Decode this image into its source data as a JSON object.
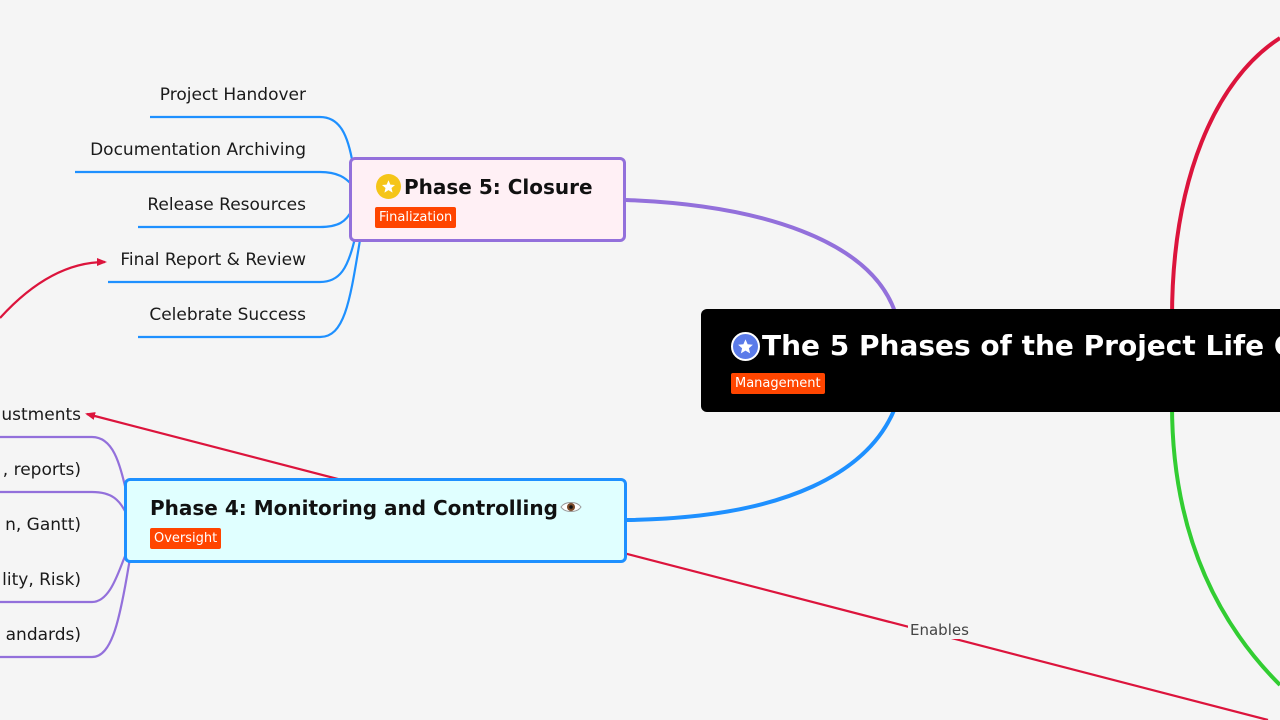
{
  "central": {
    "title": "The 5 Phases of the Project Life C",
    "tag": "Management",
    "icon": "star-icon"
  },
  "phase5": {
    "title": "Phase 5: Closure",
    "tag": "Finalization",
    "icon": "star-icon",
    "border_color": "#9370db",
    "items": [
      "Project Handover",
      "Documentation Archiving",
      "Release Resources",
      "Final Report & Review",
      "Celebrate Success"
    ]
  },
  "phase4": {
    "title": "Phase 4: Monitoring and Controlling",
    "tag": "Oversight",
    "icon": "eye-icon",
    "border_color": "#1e90ff",
    "items": [
      "ustments",
      ", reports)",
      "n, Gantt)",
      "lity, Risk)",
      "andards)"
    ]
  },
  "relationship": {
    "label": "Enables",
    "color": "#dc143c"
  },
  "colors": {
    "background": "#f5f5f5",
    "tag": "#ff4500",
    "central_bg": "#000000",
    "closure_bg": "#fff0f5",
    "monitoring_bg": "#e0ffff",
    "branch_red": "#dc143c",
    "branch_green": "#32cd32"
  }
}
